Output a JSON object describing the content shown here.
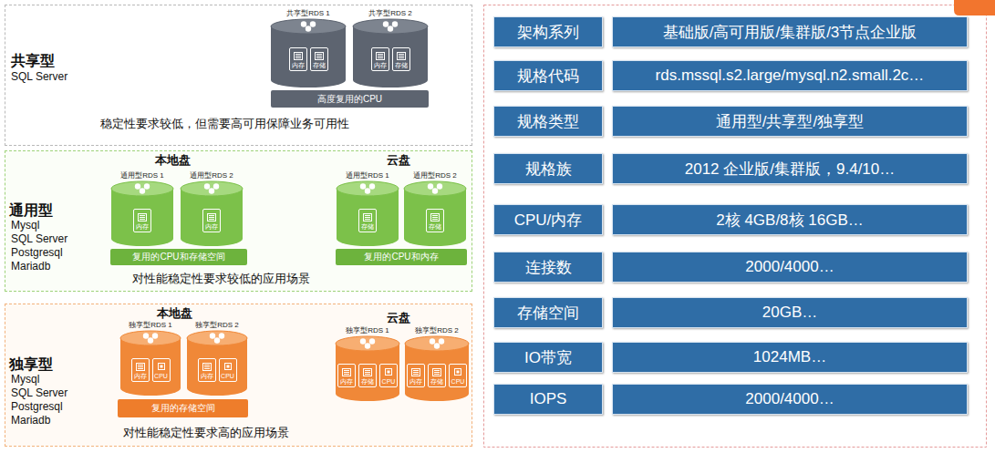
{
  "diagram": {
    "nodes": [
      {
        "text": [
          "共享型",
          "SQL Server",
          "稳定性要求较低，但需要高可用保障业务可用性"
        ]
      },
      {
        "text": [
          "共享型RDS 1",
          "内存",
          "存储"
        ],
        "in": 0
      },
      {
        "text": [
          "共享型RDS 2",
          "内存",
          "存储"
        ],
        "in": 0
      },
      {
        "text": [
          "高度复用的CPU"
        ],
        "in": 0
      },
      {
        "text": [
          "通用型",
          "Mysql",
          "SQL Server",
          "Postgresql",
          "Mariadb",
          "本地盘",
          "云盘",
          "对性能稳定性要求较低的应用场景"
        ]
      },
      {
        "text": [
          "通用型RDS 1",
          "内存"
        ],
        "in": 4
      },
      {
        "text": [
          "通用型RDS 2",
          "内存"
        ],
        "in": 4
      },
      {
        "text": [
          "复用的CPU和存储空间"
        ],
        "in": 4
      },
      {
        "text": [
          "通用型RDS 1",
          "存储"
        ],
        "in": 4
      },
      {
        "text": [
          "通用型RDS 2",
          "存储"
        ],
        "in": 4
      },
      {
        "text": [
          "复用的CPU和内存"
        ],
        "in": 4
      },
      {
        "text": [
          "独享型",
          "Mysql",
          "SQL Server",
          "Postgresql",
          "Mariadb",
          "本地盘",
          "云盘",
          "对性能稳定性要求高的应用场景"
        ]
      },
      {
        "text": [
          "独享型RDS 1",
          "内存",
          "CPU"
        ],
        "in": 11
      },
      {
        "text": [
          "独享型RDS 2",
          "内存",
          "CPU"
        ],
        "in": 11
      },
      {
        "text": [
          "复用的存储空间"
        ],
        "in": 11
      },
      {
        "text": [
          "独享型RDS 1",
          "内存",
          "存储",
          "CPU"
        ],
        "in": 11
      },
      {
        "text": [
          "独享型RDS 2",
          "内存",
          "存储",
          "CPU"
        ],
        "in": 11
      },
      {
        "text": [
          "架构系列"
        ]
      },
      {
        "text": [
          "基础版/高可用版/集群版/3节点企业版"
        ]
      },
      {
        "text": [
          "规格代码"
        ]
      },
      {
        "text": [
          "rds.mssql.s2.large/mysql.n2.small.2c…"
        ]
      },
      {
        "text": [
          "规格类型"
        ]
      },
      {
        "text": [
          "通用型/共享型/独享型"
        ]
      },
      {
        "text": [
          "规格族"
        ]
      },
      {
        "text": [
          "2012 企业版/集群版，9.4/10…"
        ]
      },
      {
        "text": [
          "CPU/内存"
        ]
      },
      {
        "text": [
          "2核 4GB/8核 16GB…"
        ]
      },
      {
        "text": [
          "连接数"
        ]
      },
      {
        "text": [
          "2000/4000…"
        ]
      },
      {
        "text": [
          "存储空间"
        ]
      },
      {
        "text": [
          "20GB…"
        ]
      },
      {
        "text": [
          "IO带宽"
        ]
      },
      {
        "text": [
          "1024MB…"
        ]
      },
      {
        "text": [
          "IOPS"
        ]
      },
      {
        "text": [
          "2000/4000…"
        ]
      }
    ]
  }
}
